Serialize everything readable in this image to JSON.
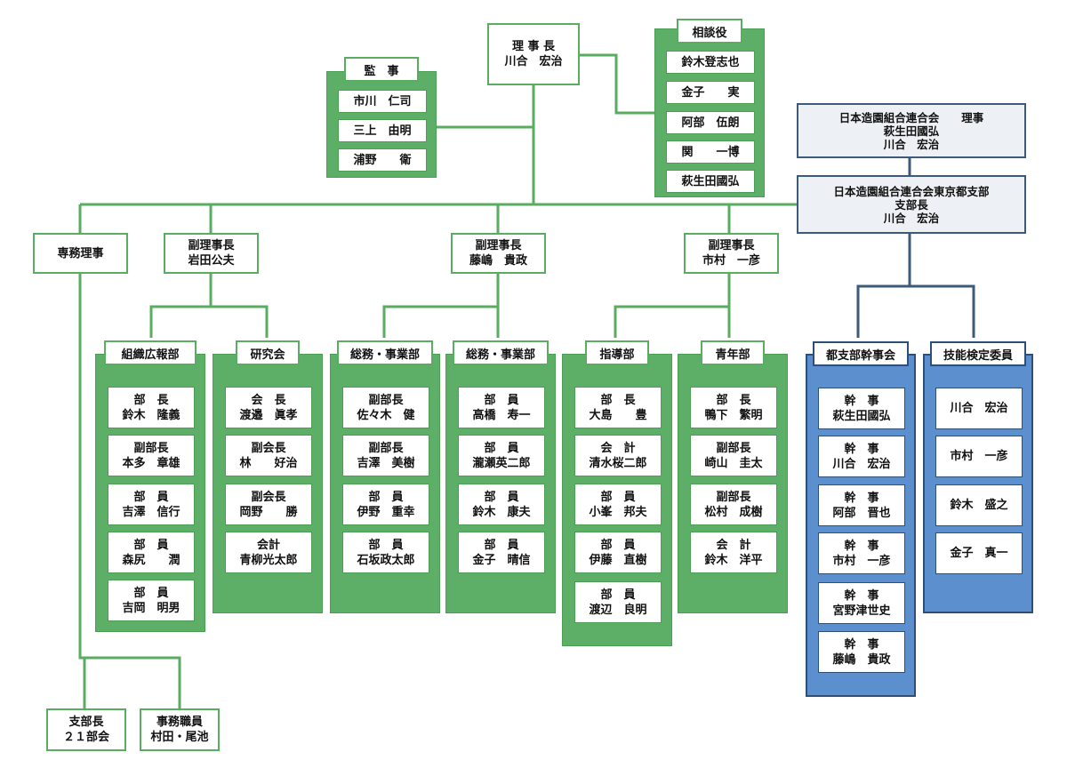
{
  "chairman": {
    "title": "理 事 長",
    "name": "川合　宏治"
  },
  "auditors": {
    "title": "監　事",
    "members": [
      "市川　仁司",
      "三上　由明",
      "浦野　　衛"
    ]
  },
  "advisors": {
    "title": "相談役",
    "members": [
      "鈴木登志也",
      "金子　　実",
      "阿部　伍朗",
      "関　　一博",
      "萩生田國弘"
    ]
  },
  "federation": {
    "line1": "日本造園組合連合会　　理事",
    "line2": "萩生田國弘",
    "line3": "川合　宏治"
  },
  "tokyo_branch": {
    "line1": "日本造園組合連合会東京都支部",
    "line2": "支部長",
    "line3": "川合　宏治"
  },
  "executive_director": {
    "title": "専務理事"
  },
  "vice_chairs": [
    {
      "title": "副理事長",
      "name": "岩田公夫"
    },
    {
      "title": "副理事長",
      "name": "藤嶋　貴政"
    },
    {
      "title": "副理事長",
      "name": "市村　一彦"
    }
  ],
  "branch_chief": {
    "line1": "支部長",
    "line2": "２１部会"
  },
  "office_staff": {
    "line1": "事務職員",
    "line2": "村田・尾池"
  },
  "departments": [
    {
      "title": "組織広報部",
      "members": [
        {
          "role": "部　長",
          "name": "鈴木　隆義"
        },
        {
          "role": "副部長",
          "name": "本多　章雄"
        },
        {
          "role": "部　員",
          "name": "吉澤　信行"
        },
        {
          "role": "部　員",
          "name": "森尻　　潤"
        },
        {
          "role": "部　員",
          "name": "吉岡　明男"
        }
      ]
    },
    {
      "title": "研究会",
      "members": [
        {
          "role": "会　長",
          "name": "渡邉　眞孝"
        },
        {
          "role": "副会長",
          "name": "林　　好治"
        },
        {
          "role": "副会長",
          "name": "岡野　　勝"
        },
        {
          "role": "会計",
          "name": "青柳光太郎"
        }
      ]
    },
    {
      "title": "総務・事業部",
      "members": [
        {
          "role": "副部長",
          "name": "佐々木　健"
        },
        {
          "role": "副部長",
          "name": "吉澤　美樹"
        },
        {
          "role": "部　員",
          "name": "伊野　重幸"
        },
        {
          "role": "部　員",
          "name": "石坂政太郎"
        }
      ]
    },
    {
      "title": "総務・事業部",
      "members": [
        {
          "role": "部　員",
          "name": "高橋　寿一"
        },
        {
          "role": "部　員",
          "name": "瀧瀬英二郎"
        },
        {
          "role": "部　員",
          "name": "鈴木　康夫"
        },
        {
          "role": "部　員",
          "name": "金子　晴信"
        }
      ]
    },
    {
      "title": "指導部",
      "members": [
        {
          "role": "部　長",
          "name": "大島　　豊"
        },
        {
          "role": "会　計",
          "name": "清水桜二郎"
        },
        {
          "role": "部　員",
          "name": "小峯　邦夫"
        },
        {
          "role": "部　員",
          "name": "伊藤　直樹"
        },
        {
          "role": "部　員",
          "name": "渡辺　良明"
        }
      ]
    },
    {
      "title": "青年部",
      "members": [
        {
          "role": "部　長",
          "name": "鴨下　繁明"
        },
        {
          "role": "副部長",
          "name": "崎山　圭太"
        },
        {
          "role": "副部長",
          "name": "松村　成樹"
        },
        {
          "role": "会　計",
          "name": "鈴木　洋平"
        }
      ]
    }
  ],
  "branch_committee": {
    "title": "都支部幹事会",
    "members": [
      {
        "role": "幹　事",
        "name": "萩生田國弘"
      },
      {
        "role": "幹　事",
        "name": "川合　宏治"
      },
      {
        "role": "幹　事",
        "name": "阿部　晋也"
      },
      {
        "role": "幹　事",
        "name": "市村　一彦"
      },
      {
        "role": "幹　事",
        "name": "宮野津世史"
      },
      {
        "role": "幹　事",
        "name": "藤嶋　貴政"
      }
    ]
  },
  "skill_committee": {
    "title": "技能検定委員",
    "members": [
      "川合　宏治",
      "市村　一彦",
      "鈴木　盛之",
      "金子　真一"
    ]
  },
  "colors": {
    "green": "#5dae66",
    "green_line": "#58ad61",
    "blue": "#5b8fce",
    "navy": "#2e4f78"
  }
}
